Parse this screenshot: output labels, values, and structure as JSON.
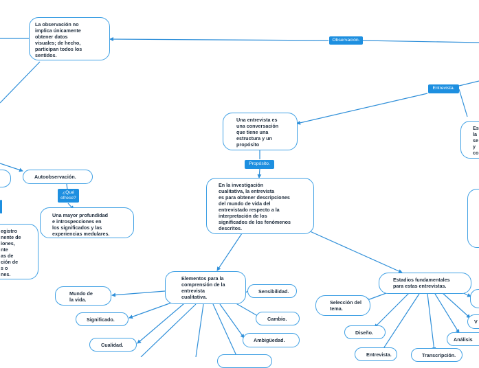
{
  "colors": {
    "edge": "#2f8fd9",
    "node_border": "#3fa0e4",
    "label_bg": "#1d8fe0"
  },
  "labels": {
    "observacion": "Observación.",
    "entrevista": "Entrevista.",
    "proposito": "Propósito.",
    "que_ofrece": "¿Qué\nofrece?"
  },
  "nodes": {
    "observacion_text": "La observación no\nimplica únicamente\nobtener datos\nvisuales; de hecho,\nparticipan todos los\nsentidos.",
    "entrevista_def": "Una entrevista es\nuna conversación\nque tiene una\nestructura y un\npropósito",
    "investigacion": "En la investigación\ncualitativa, la entrevista\nes para obtener descripciones\ndel mundo de vida del\nentrevistado respecto a la\ninterpretación de los\nsignificados de los fenómenos\ndescritos.",
    "autoobservacion": "Autoobservación.",
    "mayor_profundidad": "Una mayor profundidad\ne introspecciones en\nlos significados y las\nexperiencias medulares.",
    "registro_partial": "egistro\nnente de\niones,\nnte\nas de\nción de\ns o\nnes.",
    "right_partial": "Es\nla\nse\ny\nco",
    "elementos": "Elementos para la\ncomprensión de la\nentrevista\ncualitativa.",
    "mundo_vida": "Mundo de\nla vida.",
    "significado": "Significado.",
    "cualidad": "Cualidad.",
    "sensibilidad": "Sensibilidad.",
    "cambio": "Cambio.",
    "ambiguedad": "Ambigüedad.",
    "estadios": "Estadios fundamentales\npara estas entrevistas.",
    "seleccion_tema": "Selección del\ntema.",
    "diseno": "Diseño.",
    "entrevista_stage": "Entrevista.",
    "transcripcion": "Transcripción.",
    "analisis": "Análisis",
    "v_partial": "V"
  }
}
